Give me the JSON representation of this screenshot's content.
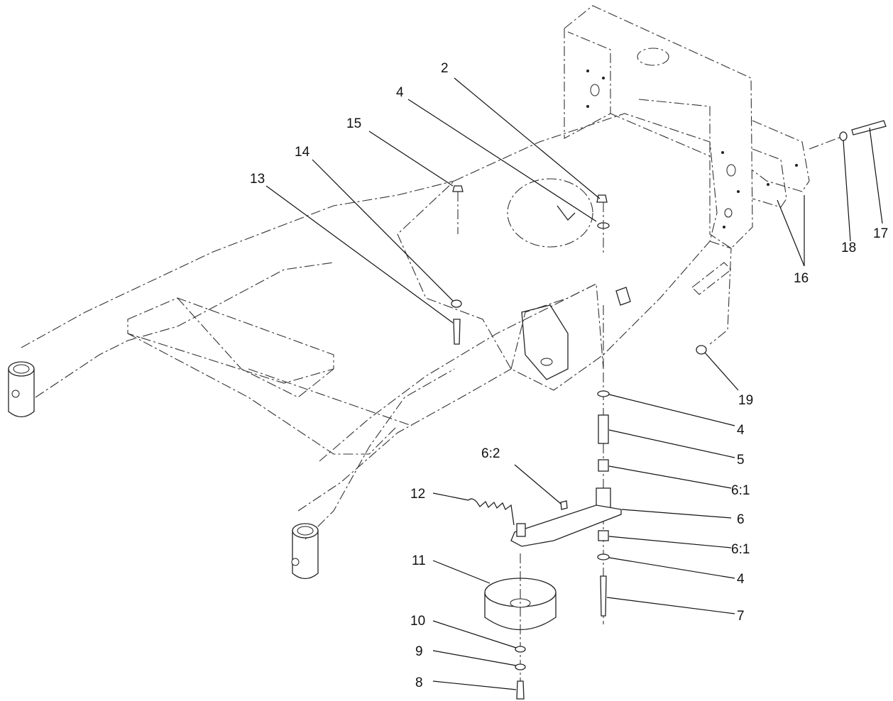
{
  "callouts": [
    {
      "id": "c2",
      "text": "2"
    },
    {
      "id": "c4a",
      "text": "4"
    },
    {
      "id": "c15",
      "text": "15"
    },
    {
      "id": "c14",
      "text": "14"
    },
    {
      "id": "c13",
      "text": "13"
    },
    {
      "id": "c16",
      "text": "16"
    },
    {
      "id": "c17",
      "text": "17"
    },
    {
      "id": "c18",
      "text": "18"
    },
    {
      "id": "c19",
      "text": "19"
    },
    {
      "id": "c4b",
      "text": "4"
    },
    {
      "id": "c5",
      "text": "5"
    },
    {
      "id": "c61a",
      "text": "6:1"
    },
    {
      "id": "c62",
      "text": "6:2"
    },
    {
      "id": "c12",
      "text": "12"
    },
    {
      "id": "c6",
      "text": "6"
    },
    {
      "id": "c61b",
      "text": "6:1"
    },
    {
      "id": "c11",
      "text": "11"
    },
    {
      "id": "c4c",
      "text": "4"
    },
    {
      "id": "c7",
      "text": "7"
    },
    {
      "id": "c10",
      "text": "10"
    },
    {
      "id": "c9",
      "text": "9"
    },
    {
      "id": "c8",
      "text": "8"
    }
  ]
}
